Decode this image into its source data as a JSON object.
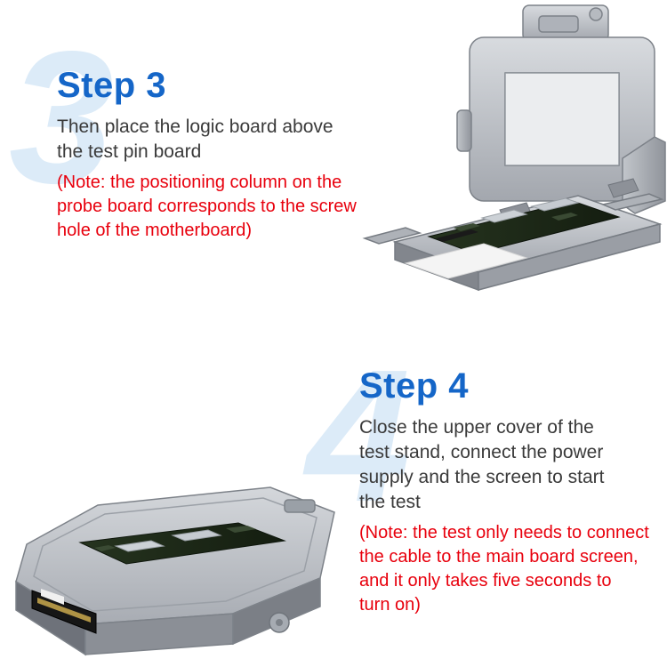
{
  "colors": {
    "accent_blue": "#1566c8",
    "watermark_blue": "#dcebf8",
    "note_red": "#e8000d",
    "body_text": "#3a3a3a",
    "background": "#ffffff"
  },
  "step3": {
    "watermark": "3",
    "title": "Step 3",
    "description_lines": [
      "Then place the logic board above",
      "the test pin board"
    ],
    "note_lines": [
      "(Note: the positioning column on the",
      "probe board corresponds to the screw",
      "hole of the motherboard)"
    ]
  },
  "step4": {
    "watermark": "4",
    "title": "Step 4",
    "description_lines": [
      "Close the upper cover of the",
      "test stand, connect the power",
      "supply and the screen to start",
      "the test"
    ],
    "note_lines": [
      "(Note: the test only needs to connect",
      "the cable to the main board screen,",
      "and it only takes five seconds to",
      "turn on)"
    ]
  }
}
